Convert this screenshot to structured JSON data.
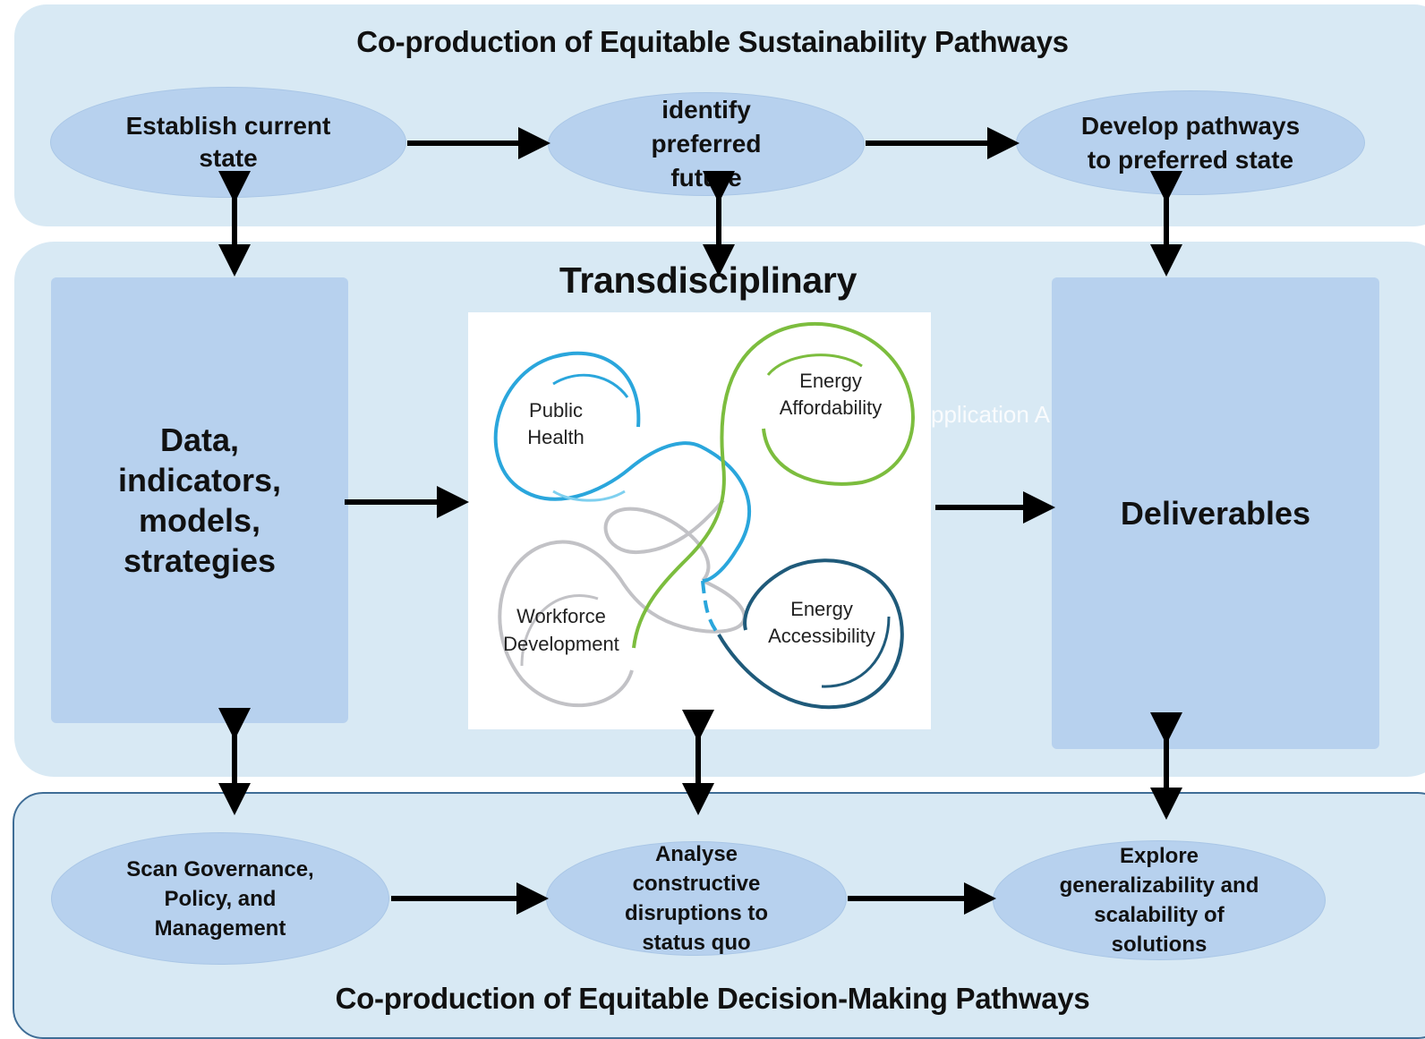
{
  "top": {
    "title": "Co-production of Equitable Sustainability Pathways",
    "steps": [
      {
        "label": "Establish current state"
      },
      {
        "label": "identify preferred future"
      },
      {
        "label": "Develop pathways to preferred state"
      }
    ]
  },
  "middle": {
    "title": "Transdisciplinary",
    "left_box": "Data, indicators, models, strategies",
    "right_box": "Deliverables",
    "ghost_text": "pplication A",
    "wheel": {
      "public_health": [
        "Public",
        "Health"
      ],
      "energy_affordability": [
        "Energy",
        "Affordability"
      ],
      "workforce_development": [
        "Workforce",
        "Development"
      ],
      "energy_accessibility": [
        "Energy",
        "Accessibility"
      ]
    }
  },
  "bottom": {
    "title": "Co-production of Equitable Decision-Making Pathways",
    "steps": [
      {
        "label": "Scan Governance, Policy, and Management"
      },
      {
        "label": "Analyse constructive disruptions to status quo"
      },
      {
        "label": "Explore generalizability and scalability of solutions"
      }
    ]
  },
  "colors": {
    "panel": "#d8e9f4",
    "node": "#b7d1ee",
    "border": "#3f6d96",
    "blue_loop": "#2aa6dc",
    "green_loop": "#7cbd3e",
    "grey_loop": "#c2c2c6",
    "navy_loop": "#1f5a7a"
  }
}
